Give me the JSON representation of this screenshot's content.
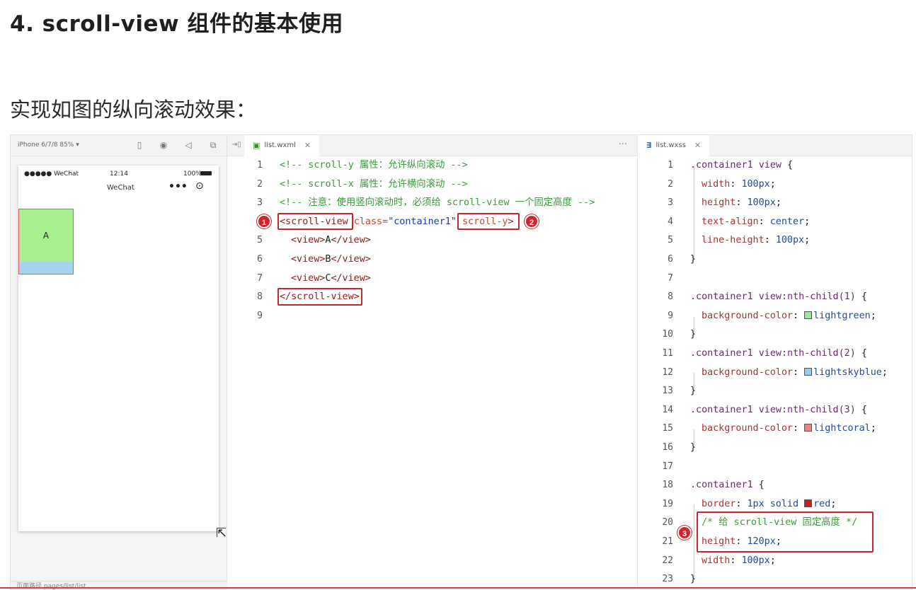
{
  "title": "4. scroll-view 组件的基本使用",
  "subtitle": "实现如图的纵向滚动效果：",
  "simulator": {
    "device": "iPhone 6/7/8 85% ▾",
    "carrier": "●●●●● WeChat",
    "time": "12:14",
    "battery": "100%",
    "nav_title": "WeChat",
    "box_a_label": "A",
    "bottom_bar": "页面路径    pages/list/list"
  },
  "editor1": {
    "tab": "list.wxml",
    "lines": [
      {
        "n": "1"
      },
      {
        "n": "2"
      },
      {
        "n": "3"
      },
      {
        "n": "4"
      },
      {
        "n": "5"
      },
      {
        "n": "6"
      },
      {
        "n": "7"
      },
      {
        "n": "8"
      },
      {
        "n": "9"
      }
    ],
    "code": {
      "l1": "<!-- scroll-y 属性：允许纵向滚动 -->",
      "l2": "<!-- scroll-x 属性：允许横向滚动 -->",
      "l3": "<!-- 注意：使用竖向滚动时，必须给 scroll-view 一个固定高度 -->",
      "l4_tag": "<scroll-view",
      "l4_attr": "class",
      "l4_eq": "=",
      "l4_val": "\"container1\"",
      "l4_attr2": "scroll-y",
      "l4_end": ">",
      "l5_open": "<view>",
      "l5_text": "A",
      "l5_close": "</view>",
      "l6_open": "<view>",
      "l6_text": "B",
      "l6_close": "</view>",
      "l7_open": "<view>",
      "l7_text": "C",
      "l7_close": "</view>",
      "l8": "</scroll-view>"
    },
    "badges": [
      "1",
      "2"
    ]
  },
  "editor2": {
    "tab": "list.wxss",
    "lines": [
      "1",
      "2",
      "3",
      "4",
      "5",
      "6",
      "7",
      "8",
      "9",
      "10",
      "11",
      "12",
      "13",
      "14",
      "15",
      "16",
      "17",
      "18",
      "19",
      "20",
      "21",
      "22",
      "23"
    ],
    "code": {
      "l1_sel": ".container1 view",
      "l1_b": " {",
      "l2_p": "width",
      "l2_v": "100px",
      "l3_p": "height",
      "l3_v": "100px",
      "l4_p": "text-align",
      "l4_v": "center",
      "l5_p": "line-height",
      "l5_v": "100px",
      "l6": "}",
      "l8_sel": ".container1 view:nth-child(1)",
      "l8_b": " {",
      "l9_p": "background-color",
      "l9_v": "lightgreen",
      "l10": "}",
      "l11_sel": ".container1 view:nth-child(2)",
      "l11_b": " {",
      "l12_p": "background-color",
      "l12_v": "lightskyblue",
      "l13": "}",
      "l14_sel": ".container1 view:nth-child(3)",
      "l14_b": " {",
      "l15_p": "background-color",
      "l15_v": "lightcoral",
      "l16": "}",
      "l18_sel": ".container1",
      "l18_b": " {",
      "l19_p": "border",
      "l19_v1": "1px solid",
      "l19_v2": "red",
      "l20": "/* 给 scroll-view 固定高度 */",
      "l21_p": "height",
      "l21_v": "120px",
      "l22_p": "width",
      "l22_v": "100px",
      "l23": "}"
    },
    "badge": "3"
  },
  "colors": {
    "lightgreen": "#90ee90",
    "lightskyblue": "#87cefa",
    "lightcoral": "#f08080",
    "red": "#cc1f1f",
    "highlight": "#c8262e"
  }
}
